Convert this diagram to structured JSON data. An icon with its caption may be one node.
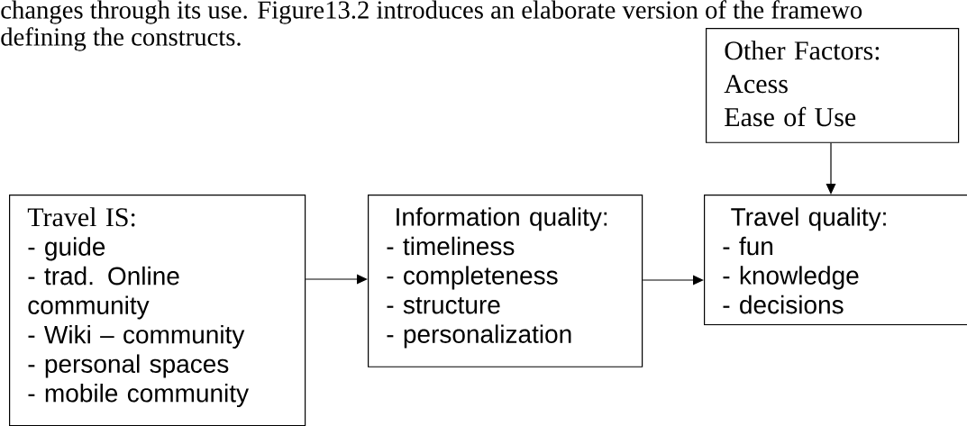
{
  "diagram": {
    "nodes": [
      {
        "text": [
          "Travel IS:",
          "- guide",
          "- trad. Online community",
          "- Wiki – community",
          "- personal spaces",
          "- mobile community"
        ]
      },
      {
        "text": [
          "Information quality:",
          "- timeliness",
          "- completeness",
          "- structure",
          "- personalization"
        ]
      },
      {
        "text": [
          "Travel quality:",
          "- fun",
          "- knowledge",
          "- decisions"
        ]
      },
      {
        "text": [
          "Other Factors:",
          "Acess",
          "Ease  of Use"
        ]
      }
    ],
    "edges": [
      {
        "from": 0,
        "to": 1,
        "arrow": "to"
      },
      {
        "from": 1,
        "to": 2,
        "arrow": "to"
      },
      {
        "from": 3,
        "to": 2,
        "arrow": "to"
      }
    ],
    "labels": [
      "changes through its use. Figure13.2 introduces an elaborate version of the framewo",
      "defining the constructs."
    ]
  }
}
